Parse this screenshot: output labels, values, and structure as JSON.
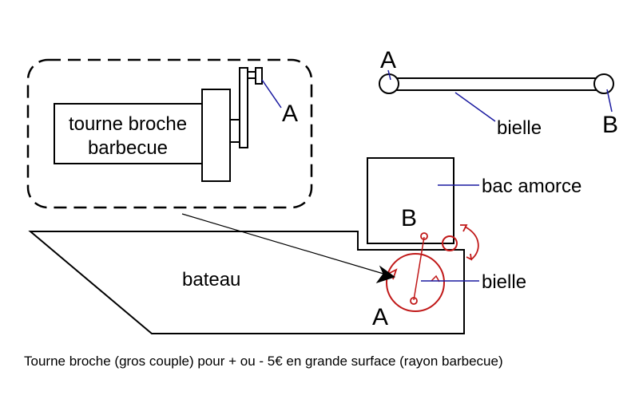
{
  "labels": {
    "motor_line1": "tourne broche",
    "motor_line2": "barbecue",
    "point_a_motor": "A",
    "point_a_rod": "A",
    "point_b_rod": "B",
    "rod_top": "bielle",
    "tank": "bac amorce",
    "point_b_tank": "B",
    "boat": "bateau",
    "rod_boat": "bielle",
    "point_a_boat": "A",
    "caption": "Tourne broche (gros couple) pour + ou - 5€ en grande surface (rayon barbecue)"
  },
  "colors": {
    "ink": "#000000",
    "leader": "#1a1aa0",
    "mechanism": "#c01818"
  }
}
